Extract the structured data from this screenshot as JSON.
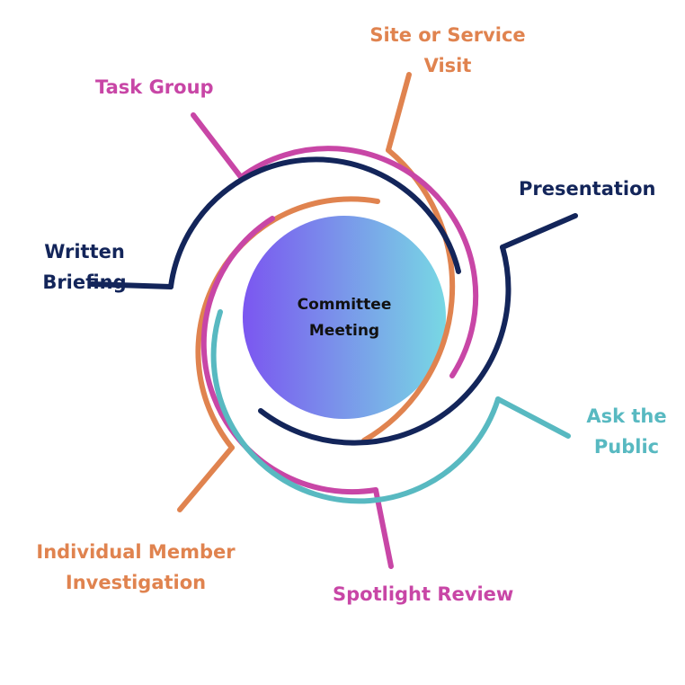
{
  "center": {
    "lines": [
      "Committee",
      "Meeting"
    ]
  },
  "labels": [
    {
      "id": "site-visit",
      "lines": [
        "Site or Service",
        "Visit"
      ],
      "color": "#e0834f"
    },
    {
      "id": "task-group",
      "lines": [
        "Task Group"
      ],
      "color": "#c846a6"
    },
    {
      "id": "presentation",
      "lines": [
        "Presentation"
      ],
      "color": "#13255a"
    },
    {
      "id": "written-briefing",
      "lines": [
        "Written",
        "Briefing"
      ],
      "color": "#13255a"
    },
    {
      "id": "ask-public",
      "lines": [
        "Ask the",
        "Public"
      ],
      "color": "#58b9c1"
    },
    {
      "id": "individual-member",
      "lines": [
        "Individual Member",
        "Investigation"
      ],
      "color": "#e0834f"
    },
    {
      "id": "spotlight-review",
      "lines": [
        "Spotlight Review"
      ],
      "color": "#c846a6"
    }
  ],
  "colors": {
    "navy": "#13255a",
    "magenta": "#c846a6",
    "orange": "#e0834f",
    "teal": "#58b9c1",
    "center_gradient_start": "#7b56f0",
    "center_gradient_end": "#78d8e4"
  }
}
